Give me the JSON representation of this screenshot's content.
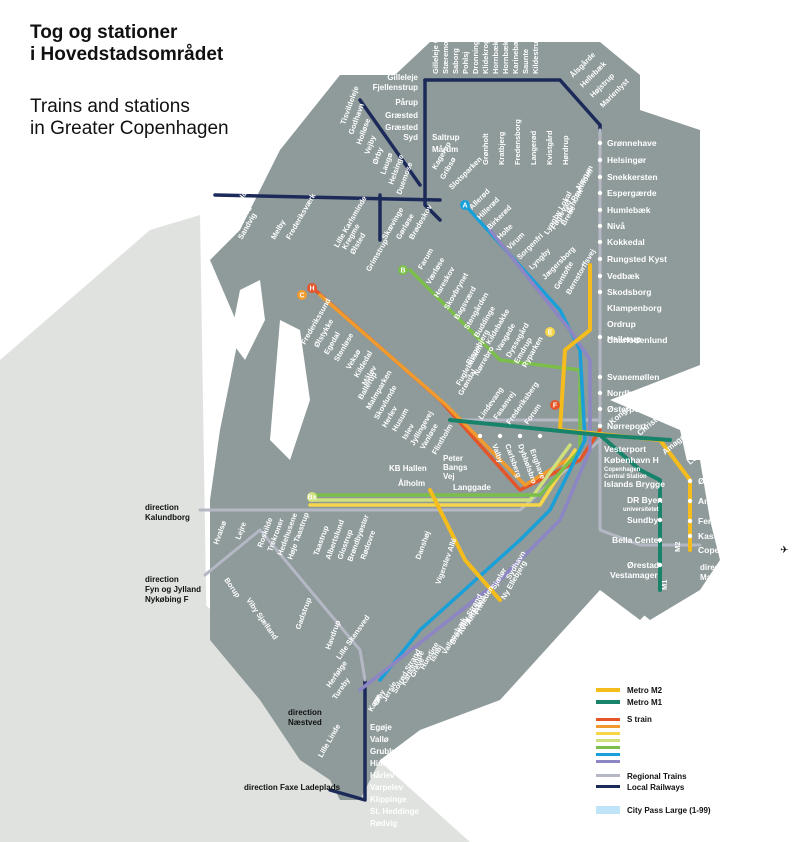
{
  "title": {
    "da": [
      "Tog og stationer",
      "i Hovedstadsområdet"
    ],
    "en": [
      "Trains and stations",
      "in Greater Copenhagen"
    ]
  },
  "colors": {
    "background": "#ffffff",
    "sea": "#dfe2de",
    "land": "#8f9a9a",
    "station_dot": "#ffffff",
    "metro_m2": "#f4bc1c",
    "metro_m1": "#16836a",
    "s_train": [
      "#e4562a",
      "#f19b2e",
      "#f7d54a",
      "#cfe07c",
      "#7bbf4a",
      "#1aa0d8",
      "#8d86c4"
    ],
    "regional": "#b4b8c4",
    "local": "#1c2a5a",
    "city_pass": "#bfe3f7"
  },
  "legend": {
    "metro_m2": "Metro M2",
    "metro_m1": "Metro M1",
    "s_train": "S train",
    "regional": "Regional Trains",
    "local": "Local Railways",
    "city_pass": "City Pass Large (1-99)"
  },
  "directions": {
    "kalundborg": [
      "direction",
      "Kalundborg"
    ],
    "fyn": [
      "direction",
      "Fyn og Jylland",
      "Nykøbing F"
    ],
    "naestved": [
      "direction",
      "Næstved"
    ],
    "faxe": "direction Faxe Ladeplads",
    "malmo": [
      "direction",
      "Malmö"
    ]
  },
  "stations_right": [
    "Grønnehave",
    "Helsingør",
    "Snekkersten",
    "Espergærde",
    "Humlebæk",
    "Nivå",
    "Kokkedal",
    "Rungsted Kyst",
    "Vedbæk",
    "Skodsborg",
    "Klampenborg",
    "Ordrup",
    "Charlottenlund",
    "Hellerup",
    "Svanemøllen",
    "Nordhavn",
    "Østerport",
    "Nørreport",
    "Vesterport",
    "København H",
    "Copenhagen",
    "Central Station",
    "Islands Brygge",
    "DR Byen",
    "universitetet",
    "Sundby",
    "Bella Center",
    "Ørestad",
    "Vestamager"
  ],
  "stations_airport": [
    "Øresund",
    "Amager Strand",
    "Femøren",
    "Kastrup",
    "Copenhagen Airport"
  ],
  "stations_airport_rot": [
    "Kongens Nytorv",
    "Christianshavn",
    "Amagerbro",
    "Lergravsparken"
  ],
  "stations_north_rot": [
    "Gilleleje Øst",
    "Stæremosen",
    "Saborg",
    "Pohlsj",
    "Dronningmølle",
    "Klidekrog",
    "Hornbæk Sand",
    "Hornbæk",
    "Karinebæk",
    "Saunte",
    "Kildestrup",
    "Ålsgårde",
    "Hellebæk",
    "Højstrup",
    "Marienlyst"
  ],
  "stations_gilleleje": [
    "Gilleleje",
    "Fjellenstrup",
    "Pårup",
    "Græsted",
    "Græsted",
    "Syd",
    "Saltrup",
    "Mårum"
  ],
  "stations_hillerod_rot": [
    "Grønholt",
    "Kratbjerg",
    "Fredensborg",
    "Langerød",
    "Kvistgård",
    "Hørdrup",
    "Kagerup",
    "Gribsø",
    "Slotsparken",
    "Allerød",
    "Hillerød",
    "Birkerød",
    "Holte",
    "Virum",
    "Sorgenfri",
    "Lyngby",
    "Jægersborg",
    "Gentofte",
    "Bernstorffsvej",
    "Nærum",
    "Ravnholm",
    "Ørholm",
    "Brede",
    "Fuglevad",
    "Lyngby Lokal",
    "Lyngby Lokal"
  ],
  "stations_west_rot": [
    "Tisvildeleje",
    "Godhavn",
    "Holløse",
    "Vejby",
    "Ørby",
    "Laugø",
    "Helsinge",
    "Duemose",
    "Hundested Havn",
    "Hundested",
    "Lille Karlsminde",
    "Ølsted",
    "Sandvig",
    "Melby",
    "Frederiksværk",
    "Kregme",
    "Skævinge",
    "Gørløse",
    "Brødeskov",
    "Grimstrup"
  ],
  "stations_farum_rot": [
    "Farum",
    "Værløse",
    "Hareskov",
    "Skovbrynet",
    "Bagsværd",
    "Stengården",
    "Buddinge",
    "Kildebakke",
    "Vangede",
    "Dyssegård",
    "Emdrup",
    "Ryparken",
    "Bispebjerg",
    "Nørrebro",
    "Fuglebakken",
    "Grøndal"
  ],
  "stations_frederikssund_rot": [
    "Frederikssund",
    "Ølstykke",
    "Egedal",
    "Stenløse",
    "Veksø",
    "Kildedal",
    "Måløv",
    "Ballerup",
    "Malmparken",
    "Skovlunde",
    "Herlev",
    "Husum",
    "Islev",
    "Jyllingevej",
    "Vanløse",
    "Flintholm",
    "Peter Bangs Vej",
    "Langgade",
    "Ålholm",
    "KB Hallen"
  ],
  "stations_center": [
    "Peter",
    "Bangs",
    "Vej",
    "KB Hallen",
    "Ålholm",
    "Langgade"
  ],
  "stations_center_rot": [
    "Lindevang",
    "Fasanvej",
    "Frederiksberg",
    "Forum",
    "Dybbølsbro",
    "Carlsberg",
    "Valby",
    "Enghave"
  ],
  "stations_south_rot": [
    "Hvalsø",
    "Lejre",
    "Roskilde",
    "Trekroner",
    "Hedehusene",
    "Høje Taastrup",
    "Taastrup",
    "Albertslund",
    "Glostrup",
    "Brøndbyøster",
    "Rødovre",
    "Danshøj",
    "Ny Ellebjerg",
    "Sjælør",
    "Sydhavn",
    "Vigerslev Allé",
    "Friheden",
    "Åmarken",
    "Avedøre",
    "Brøndby Strand",
    "Vallensbæk",
    "Ishøj",
    "Hundige",
    "Greve",
    "Karlslunde",
    "Solrød Strand",
    "Jersie",
    "Ølby",
    "Køge",
    "Viby Sjælland",
    "Borup",
    "Gadstrup",
    "Havdrup",
    "Lille Skensved",
    "Herfølge",
    "Tureby"
  ],
  "stations_koge_south": [
    "Egøje",
    "Vallø",
    "Grubbeholm",
    "Himlingøje",
    "Hårlev",
    "Varpelev",
    "Klippinge",
    "St. Heddinge",
    "Rødvig"
  ],
  "stations_lilleLinde_rot": [
    "Lille Linde"
  ],
  "line_badges": {
    "c": "C",
    "h": "H",
    "a": "A",
    "b": "B",
    "bx": "Bx",
    "e": "E",
    "f": "F",
    "m1": "M1",
    "m2": "M2"
  }
}
